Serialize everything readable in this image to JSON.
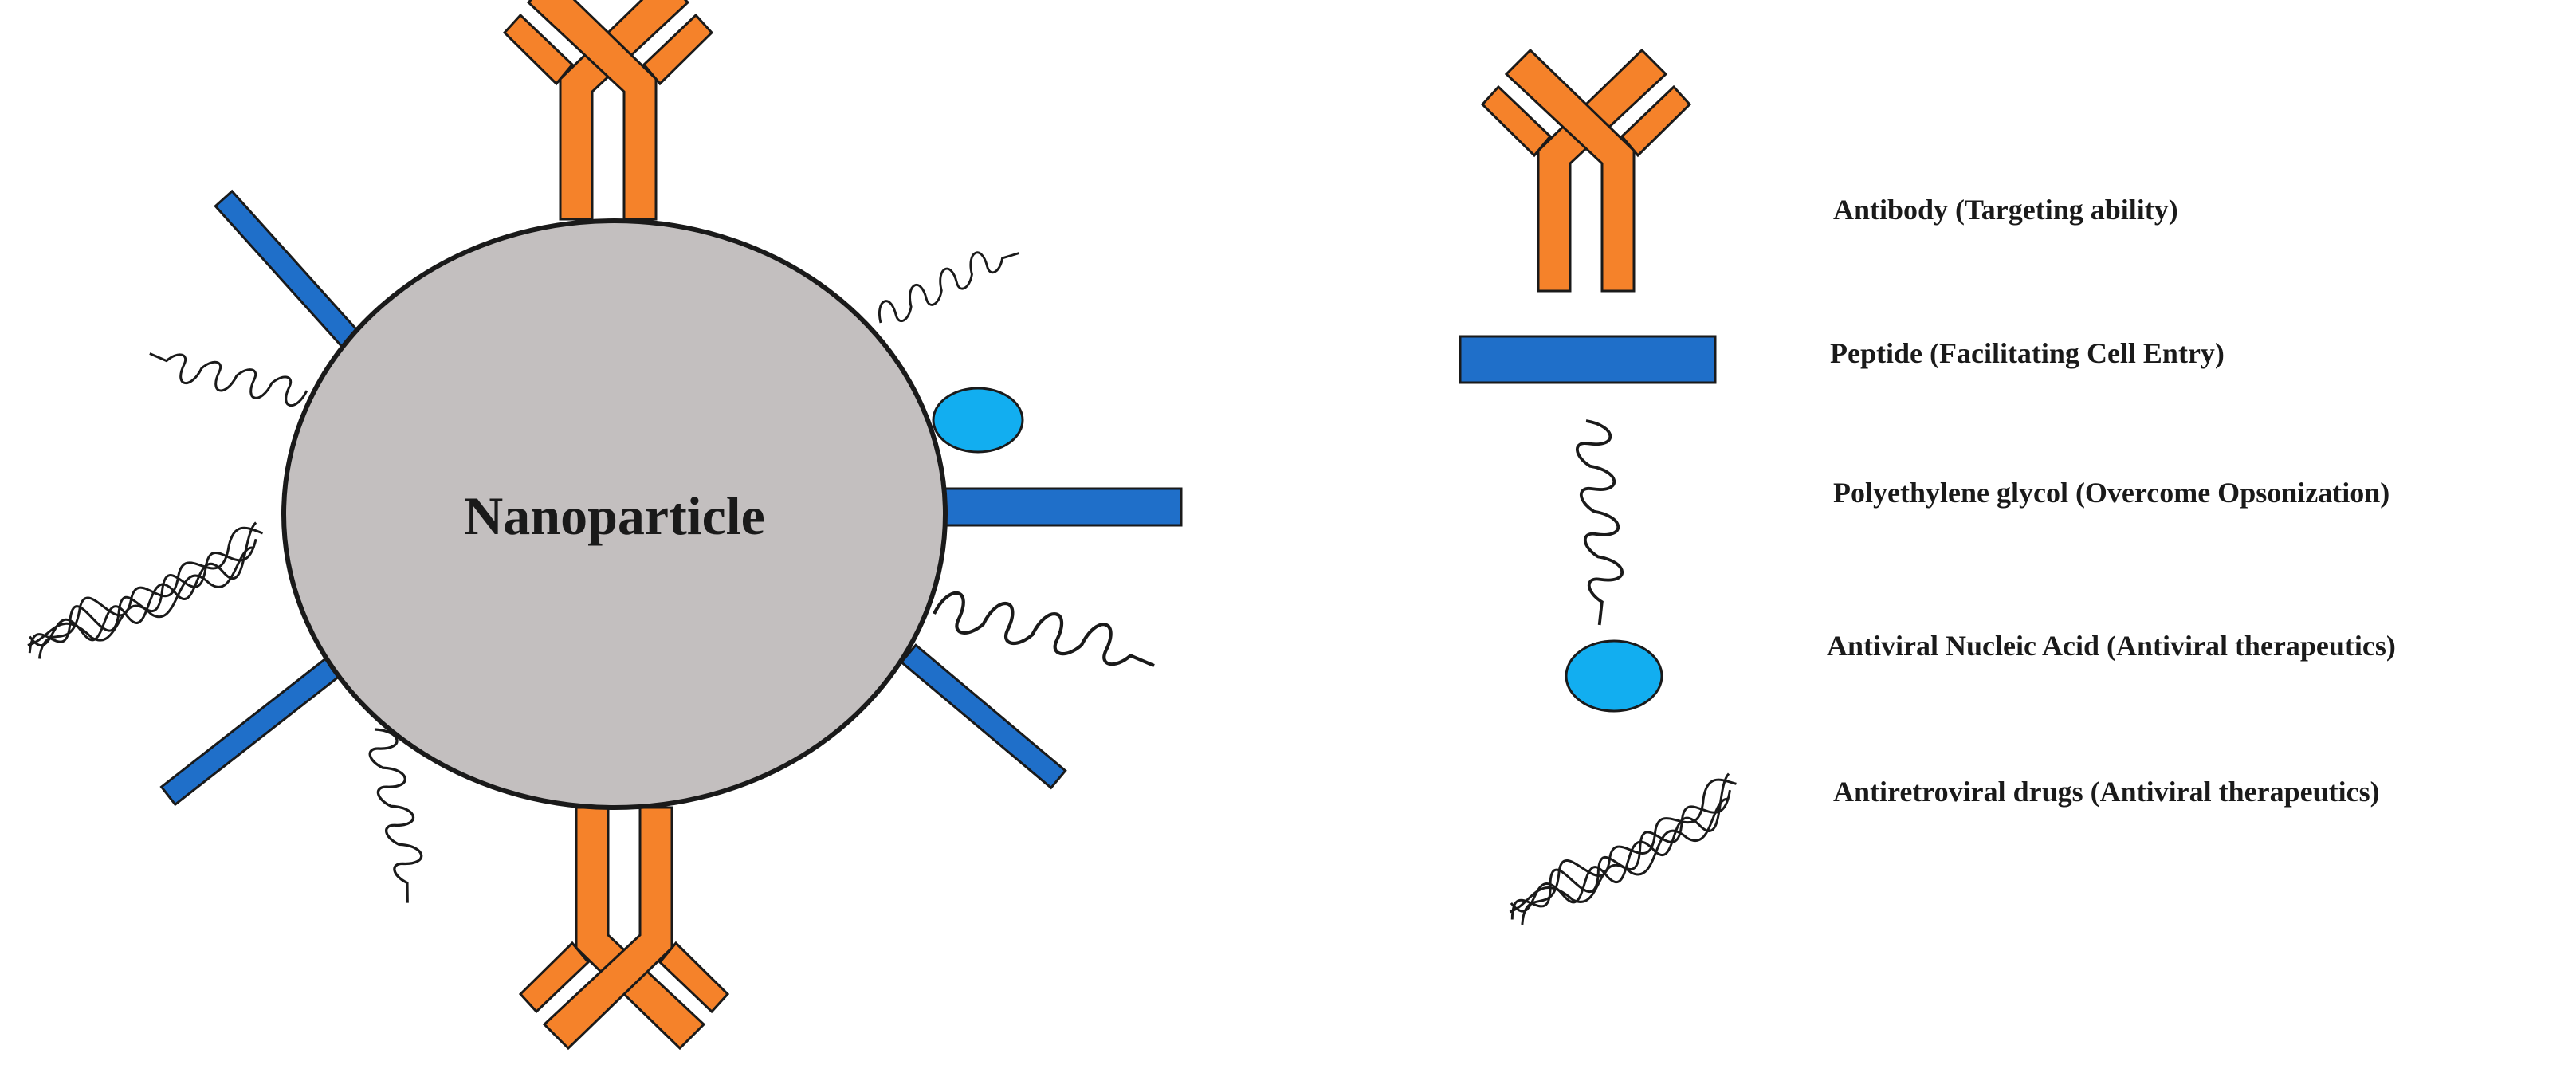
{
  "center": {
    "label": "Nanoparticle"
  },
  "legend": {
    "antibody": "Antibody (Targeting ability)",
    "peptide": "Peptide (Facilitating Cell Entry)",
    "peg": "Polyethylene glycol (Overcome Opsonization)",
    "nucleic_acid": "Antiviral Nucleic Acid (Antiviral therapeutics)",
    "drugs": "Antiretroviral drugs (Antiviral therapeutics)"
  },
  "colors": {
    "antibody": "#f5822a",
    "peptide": "#1f6fc9",
    "nucleic_acid": "#12aef0",
    "particle": "#c3bfbf",
    "outline": "#1a1a1a"
  },
  "icons": {
    "antibody": "antibody-icon",
    "peptide": "peptide-icon",
    "peg": "peg-coil-icon",
    "nucleic_acid": "nucleic-acid-icon",
    "drugs": "drug-tangle-icon"
  }
}
